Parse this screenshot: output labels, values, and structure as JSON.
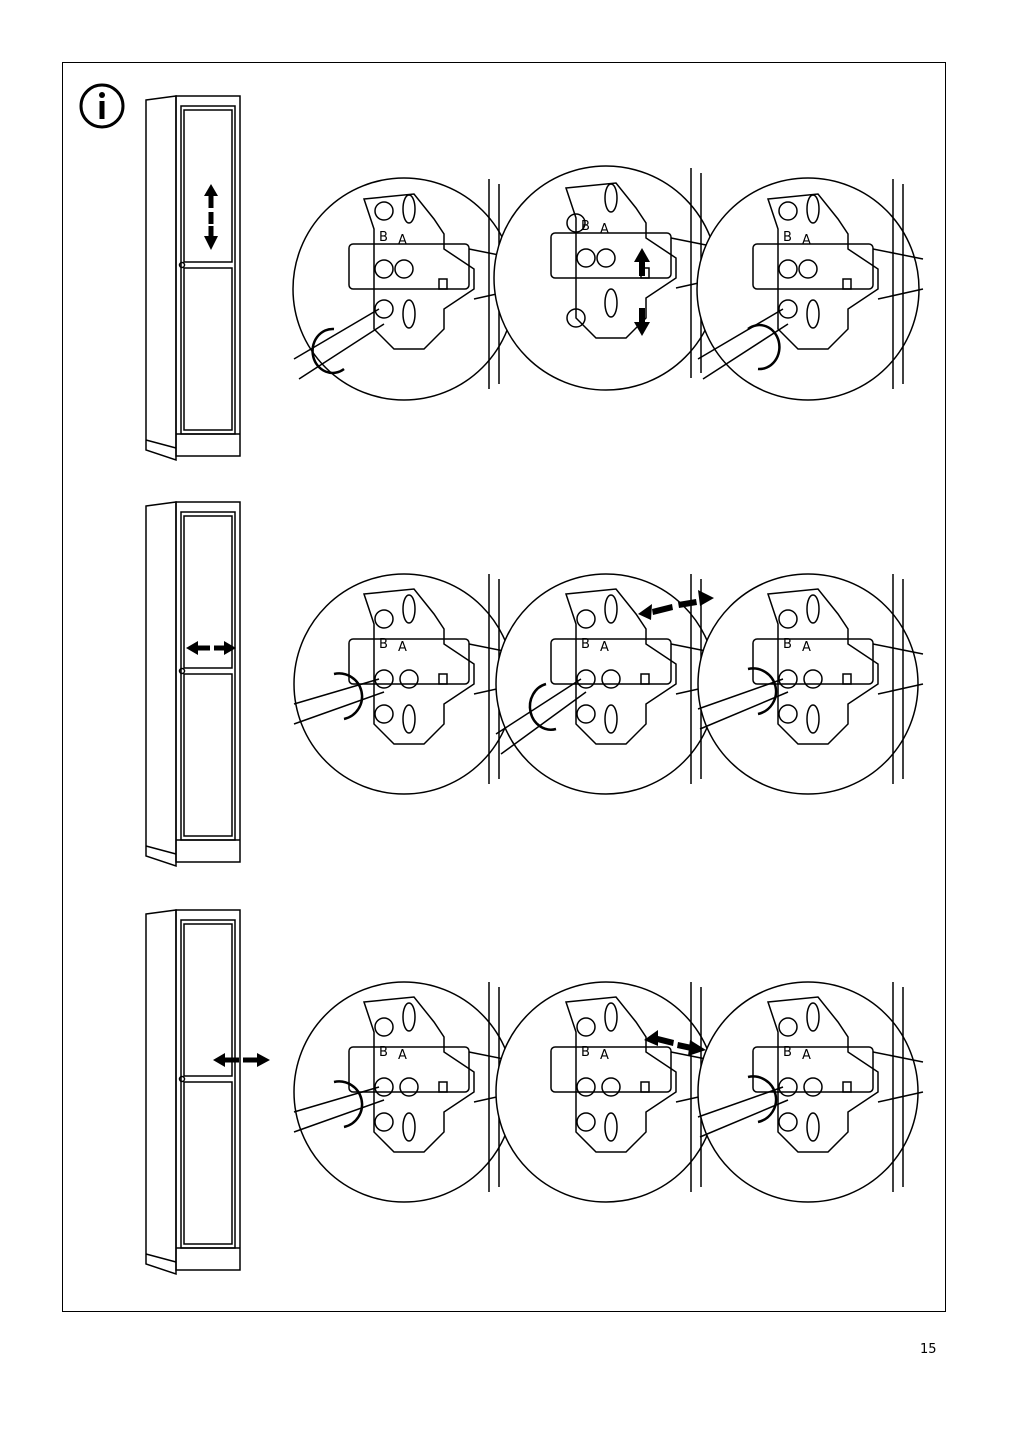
{
  "page": {
    "number": "15"
  },
  "info": {
    "icon": "info-icon"
  },
  "steps": [
    {
      "adjustment": "vertical",
      "arrow_icon": "vertical-arrow-icon",
      "details": [
        {
          "label_b": "B",
          "label_a": "A"
        },
        {
          "label_b": "B",
          "label_a": "A"
        },
        {
          "label_b": "B",
          "label_a": "A"
        }
      ]
    },
    {
      "adjustment": "lateral",
      "arrow_icon": "horizontal-arrow-icon",
      "details": [
        {
          "label_b": "B",
          "label_a": "A"
        },
        {
          "label_b": "B",
          "label_a": "A"
        },
        {
          "label_b": "B",
          "label_a": "A"
        }
      ]
    },
    {
      "adjustment": "depth",
      "arrow_icon": "horizontal-arrow-icon",
      "details": [
        {
          "label_b": "B",
          "label_a": "A"
        },
        {
          "label_b": "B",
          "label_a": "A"
        },
        {
          "label_b": "B",
          "label_a": "A"
        }
      ]
    }
  ]
}
